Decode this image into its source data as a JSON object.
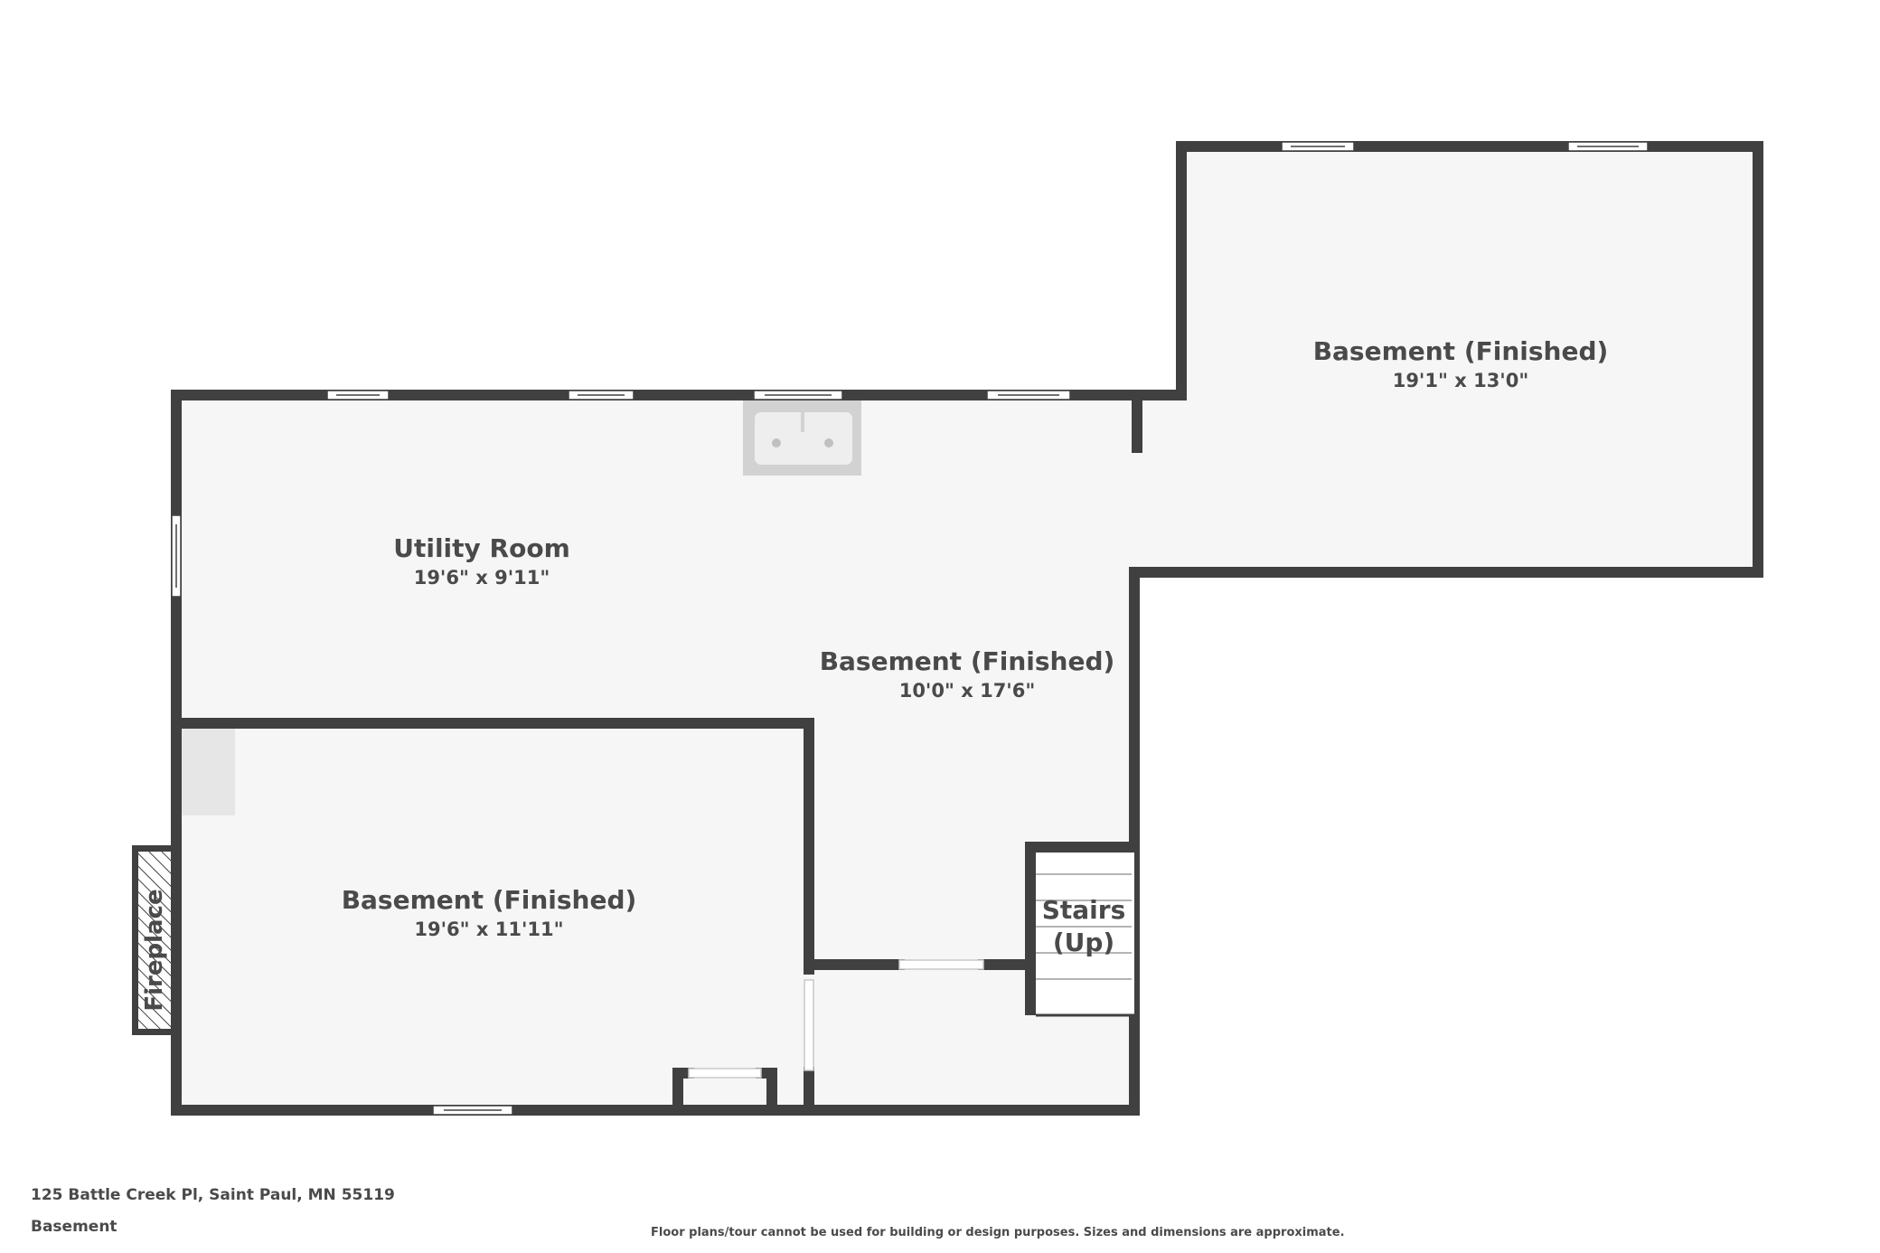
{
  "rooms": {
    "basement_top_right": {
      "name": "Basement (Finished)",
      "dims": "19'1\" x 13'0\""
    },
    "utility_room": {
      "name": "Utility Room",
      "dims": "19'6\" x 9'11\""
    },
    "basement_center": {
      "name": "Basement (Finished)",
      "dims": "10'0\" x 17'6\""
    },
    "basement_bottom_left": {
      "name": "Basement (Finished)",
      "dims": "19'6\" x 11'11\""
    }
  },
  "stairs": {
    "line1": "Stairs",
    "line2": "(Up)"
  },
  "fireplace": {
    "label": "Fireplace"
  },
  "footer": {
    "address": "125 Battle Creek Pl, Saint Paul, MN 55119",
    "level": "Basement",
    "disclaimer": "Floor plans/tour cannot be used for building or design purposes. Sizes and dimensions are approximate."
  },
  "colors": {
    "wall": "#404040",
    "floor": "#f6f6f6",
    "fixture": "#d2d2d2"
  }
}
